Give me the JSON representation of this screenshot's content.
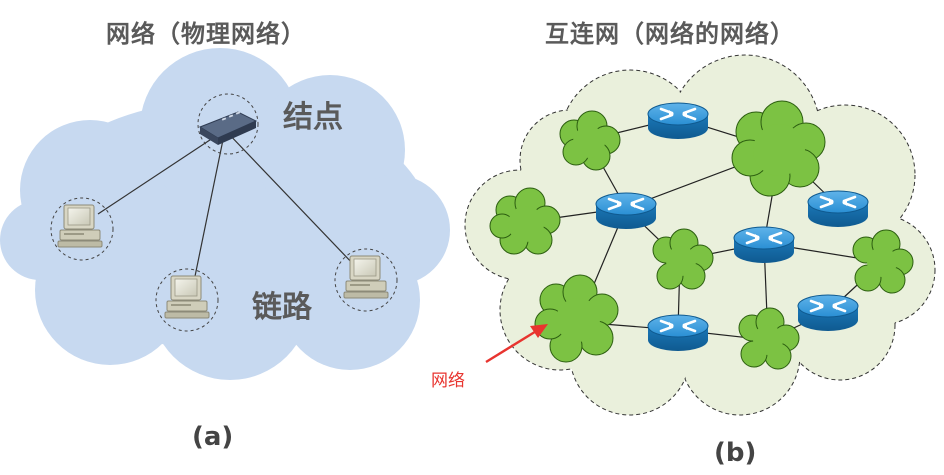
{
  "panel_a": {
    "title": "网络（物理网络）",
    "node_label": "结点",
    "link_label": "链路",
    "caption": "(a)"
  },
  "panel_b": {
    "title": "互连网（网络的网络）",
    "annotation": "网络",
    "caption": "(b)"
  },
  "colors": {
    "cloud_a": "#c7d9f0",
    "cloud_b": "#eaf0dc",
    "network_green": "#7cc243",
    "router_blue": "#1a7fc4",
    "arrow_red": "#e8342f",
    "text_gray": "#5a5a5a"
  }
}
